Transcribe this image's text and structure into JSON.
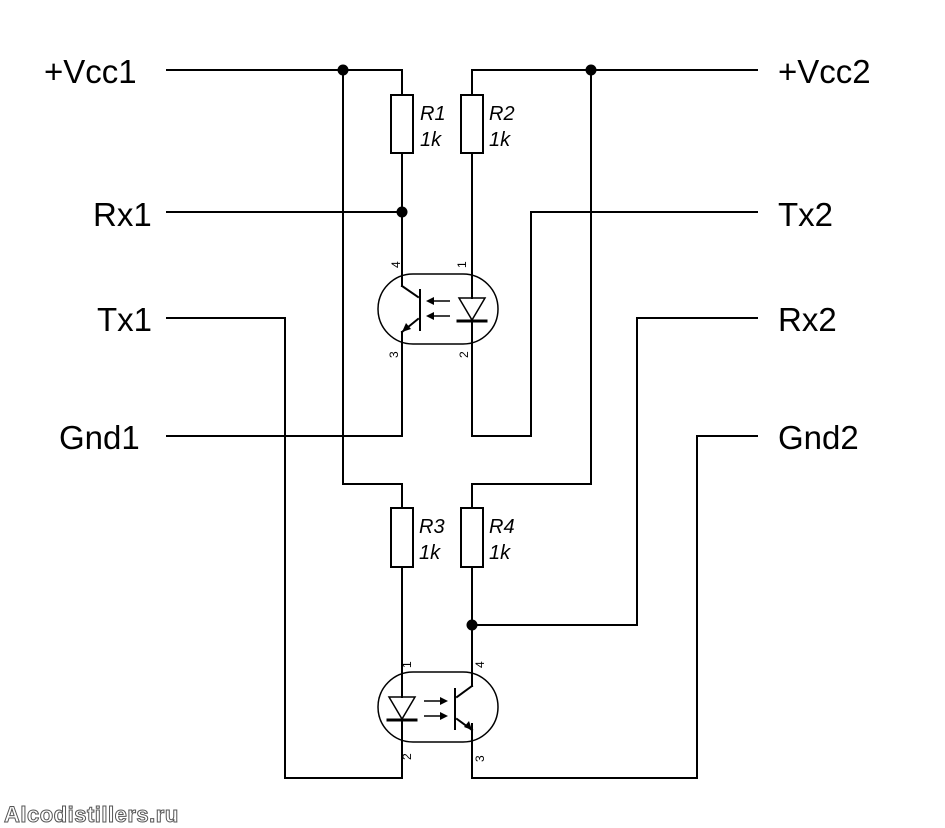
{
  "nets": {
    "vcc1": "+Vcc1",
    "rx1": "Rx1",
    "tx1": "Tx1",
    "gnd1": "Gnd1",
    "vcc2": "+Vcc2",
    "tx2": "Tx2",
    "rx2": "Rx2",
    "gnd2": "Gnd2"
  },
  "resistors": [
    {
      "ref": "R1",
      "value": "1k"
    },
    {
      "ref": "R2",
      "value": "1k"
    },
    {
      "ref": "R3",
      "value": "1k"
    },
    {
      "ref": "R4",
      "value": "1k"
    }
  ],
  "optocouplers": [
    {
      "pins": {
        "p1": "1",
        "p2": "2",
        "p3": "3",
        "p4": "4"
      }
    },
    {
      "pins": {
        "p1": "1",
        "p2": "2",
        "p3": "3",
        "p4": "4"
      }
    }
  ],
  "watermark": "Alcodistillers.ru"
}
